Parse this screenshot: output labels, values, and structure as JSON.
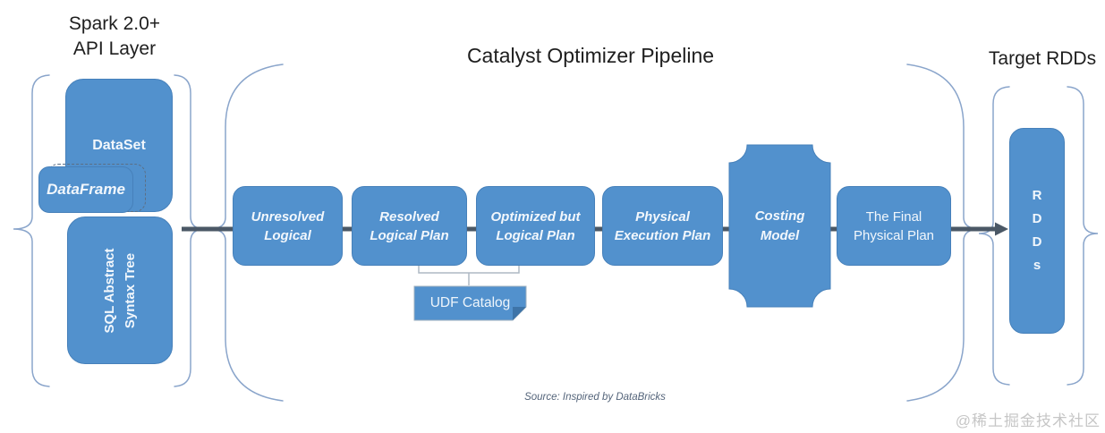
{
  "titles": {
    "api_layer": {
      "lines": [
        "Spark 2.0+",
        "API Layer"
      ]
    },
    "pipeline": "Catalyst Optimizer Pipeline",
    "target": "Target RDDs"
  },
  "api_layer": {
    "dataset": "DataSet",
    "dataframe": "DataFrame",
    "sql_ast": {
      "lines": [
        "SQL Abstract",
        "Syntax Tree"
      ]
    }
  },
  "pipeline": {
    "nodes": [
      {
        "id": "unresolved-logical",
        "lines": [
          "Unresolved",
          "Logical"
        ]
      },
      {
        "id": "resolved-logical-plan",
        "lines": [
          "Resolved",
          "Logical Plan"
        ]
      },
      {
        "id": "optimized-but-logical-plan",
        "lines": [
          "Optimized but",
          "Logical Plan"
        ]
      },
      {
        "id": "physical-execution-plan",
        "lines": [
          "Physical",
          "Execution Plan"
        ]
      },
      {
        "id": "costing-model",
        "lines": [
          "Costing",
          "Model"
        ]
      },
      {
        "id": "the-final-physical-plan",
        "lines": [
          "The Final",
          "Physical Plan"
        ]
      }
    ],
    "udf_catalog": "UDF Catalog"
  },
  "target": {
    "rdd_letters": [
      "R",
      "D",
      "D",
      "s"
    ]
  },
  "footer": {
    "source": "Source: Inspired by DataBricks",
    "watermark": "@稀土掘金技术社区"
  },
  "colors": {
    "node_fill": "#5291cd",
    "node_border": "#4680ba",
    "connector_line": "#4b5866",
    "brace": "#8aa5cb",
    "udf_bracket": "#aeb9c4",
    "fold_shadow": "#3e74a8",
    "title_text": "#1e1e1e",
    "source_text": "#54647a",
    "watermark_text": "#c6c6c6"
  }
}
